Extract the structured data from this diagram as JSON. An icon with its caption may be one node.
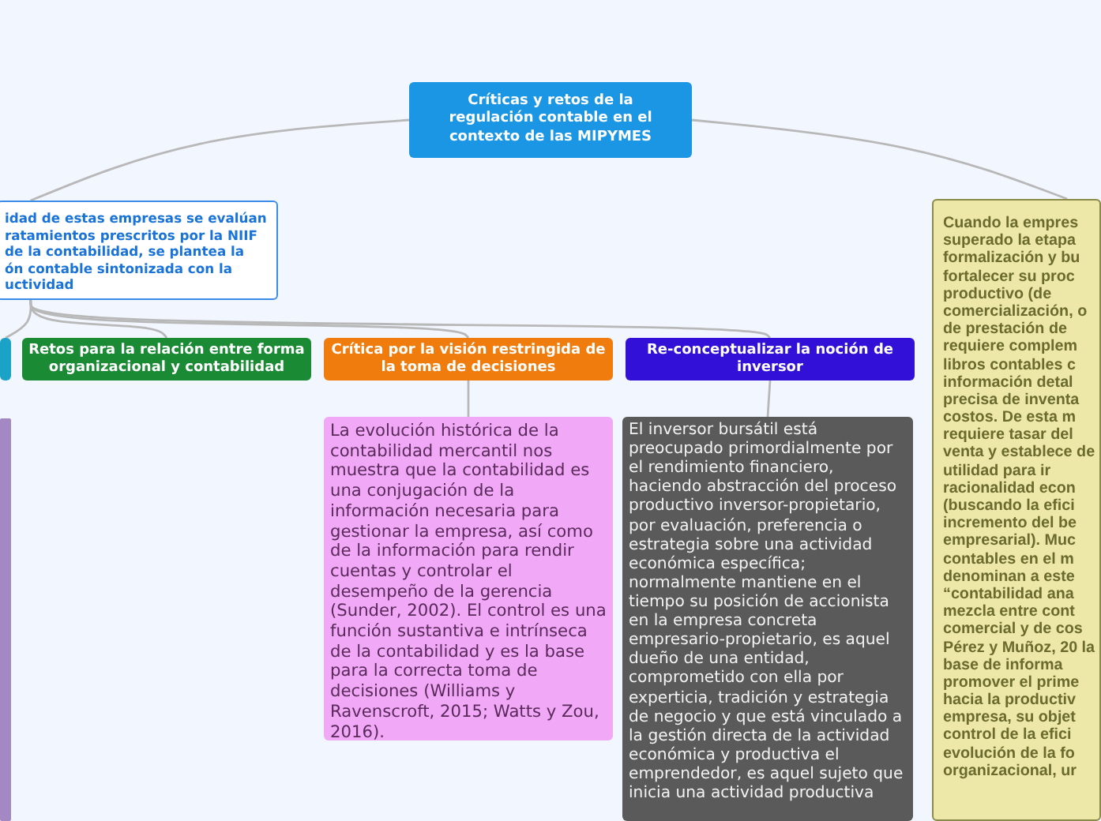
{
  "diagram": {
    "nodes": [
      {
        "text": [
          "Críticas y retos de la regulación contable en el contexto de las MIPYMES"
        ]
      },
      {
        "text": [
          "idad de estas empresas se evalúan ratamientos prescritos por la NIIF de la contabilidad, se plantea la ón contable sintonizada con la uctividad"
        ]
      },
      {
        "text": [],
        "shape": "box"
      },
      {
        "text": [
          "Retos para la relación entre forma organizacional y contabilidad"
        ]
      },
      {
        "text": [
          "Crítica por la visión restringida de la toma de decisiones"
        ]
      },
      {
        "text": [
          "Re-conceptualizar la noción de inversor"
        ]
      },
      {
        "text": [],
        "shape": "bar"
      },
      {
        "text": [
          "La evolución histórica de la contabilidad mercantil nos muestra que la contabilidad es una conjugación de la información necesaria para gestionar la empresa, así como de la información para rendir cuentas y controlar el desempeño de la gerencia (Sunder, 2002). El control es una función sustantiva e intrínseca de la contabilidad y es la base para la correcta toma de decisiones (Williams y Ravenscroft, 2015; Watts y Zou, 2016)."
        ]
      },
      {
        "text": [
          "El inversor bursátil está preocupado primordialmente por el rendimiento financiero, haciendo abstracción del proceso productivo inversor-propietario, por evaluación, preferencia o estrategia sobre una actividad económica específica; normalmente mantiene en el tiempo su posición de accionista en la empresa concreta empresario-propietario, es aquel dueño de una entidad, comprometido con ella por experticia, tradición y estrategia de negocio y que está vinculado a la gestión directa de la actividad económica y productiva el emprendedor, es aquel sujeto que inicia una actividad productiva"
        ]
      },
      {
        "text": [
          "Cuando la empres superado la etapa formalización y bu fortalecer su proc productivo (de comercialización, o de prestación de requiere complem libros contables c información detal precisa de inventa costos. De esta m requiere tasar del venta y establece de utilidad para ir racionalidad econ (buscando la efici incremento del be empresarial). Muc contables en el m denominan a este “contabilidad ana mezcla entre cont comercial y de cos Pérez y Muñoz, 20 la base de informa promover el prime hacia la productiv empresa, su objet control de la efici evolución de la fo organizacional, ur"
        ]
      }
    ],
    "edges": [
      {
        "from": 0,
        "to": 1,
        "arrow": "none"
      },
      {
        "from": 0,
        "to": 9,
        "arrow": "none"
      },
      {
        "from": 1,
        "to": 2,
        "arrow": "none"
      },
      {
        "from": 1,
        "to": 3,
        "arrow": "none"
      },
      {
        "from": 1,
        "to": 4,
        "arrow": "none"
      },
      {
        "from": 1,
        "to": 5,
        "arrow": "none"
      },
      {
        "from": 4,
        "to": 7,
        "arrow": "none"
      },
      {
        "from": 5,
        "to": 8,
        "arrow": "none"
      }
    ]
  }
}
